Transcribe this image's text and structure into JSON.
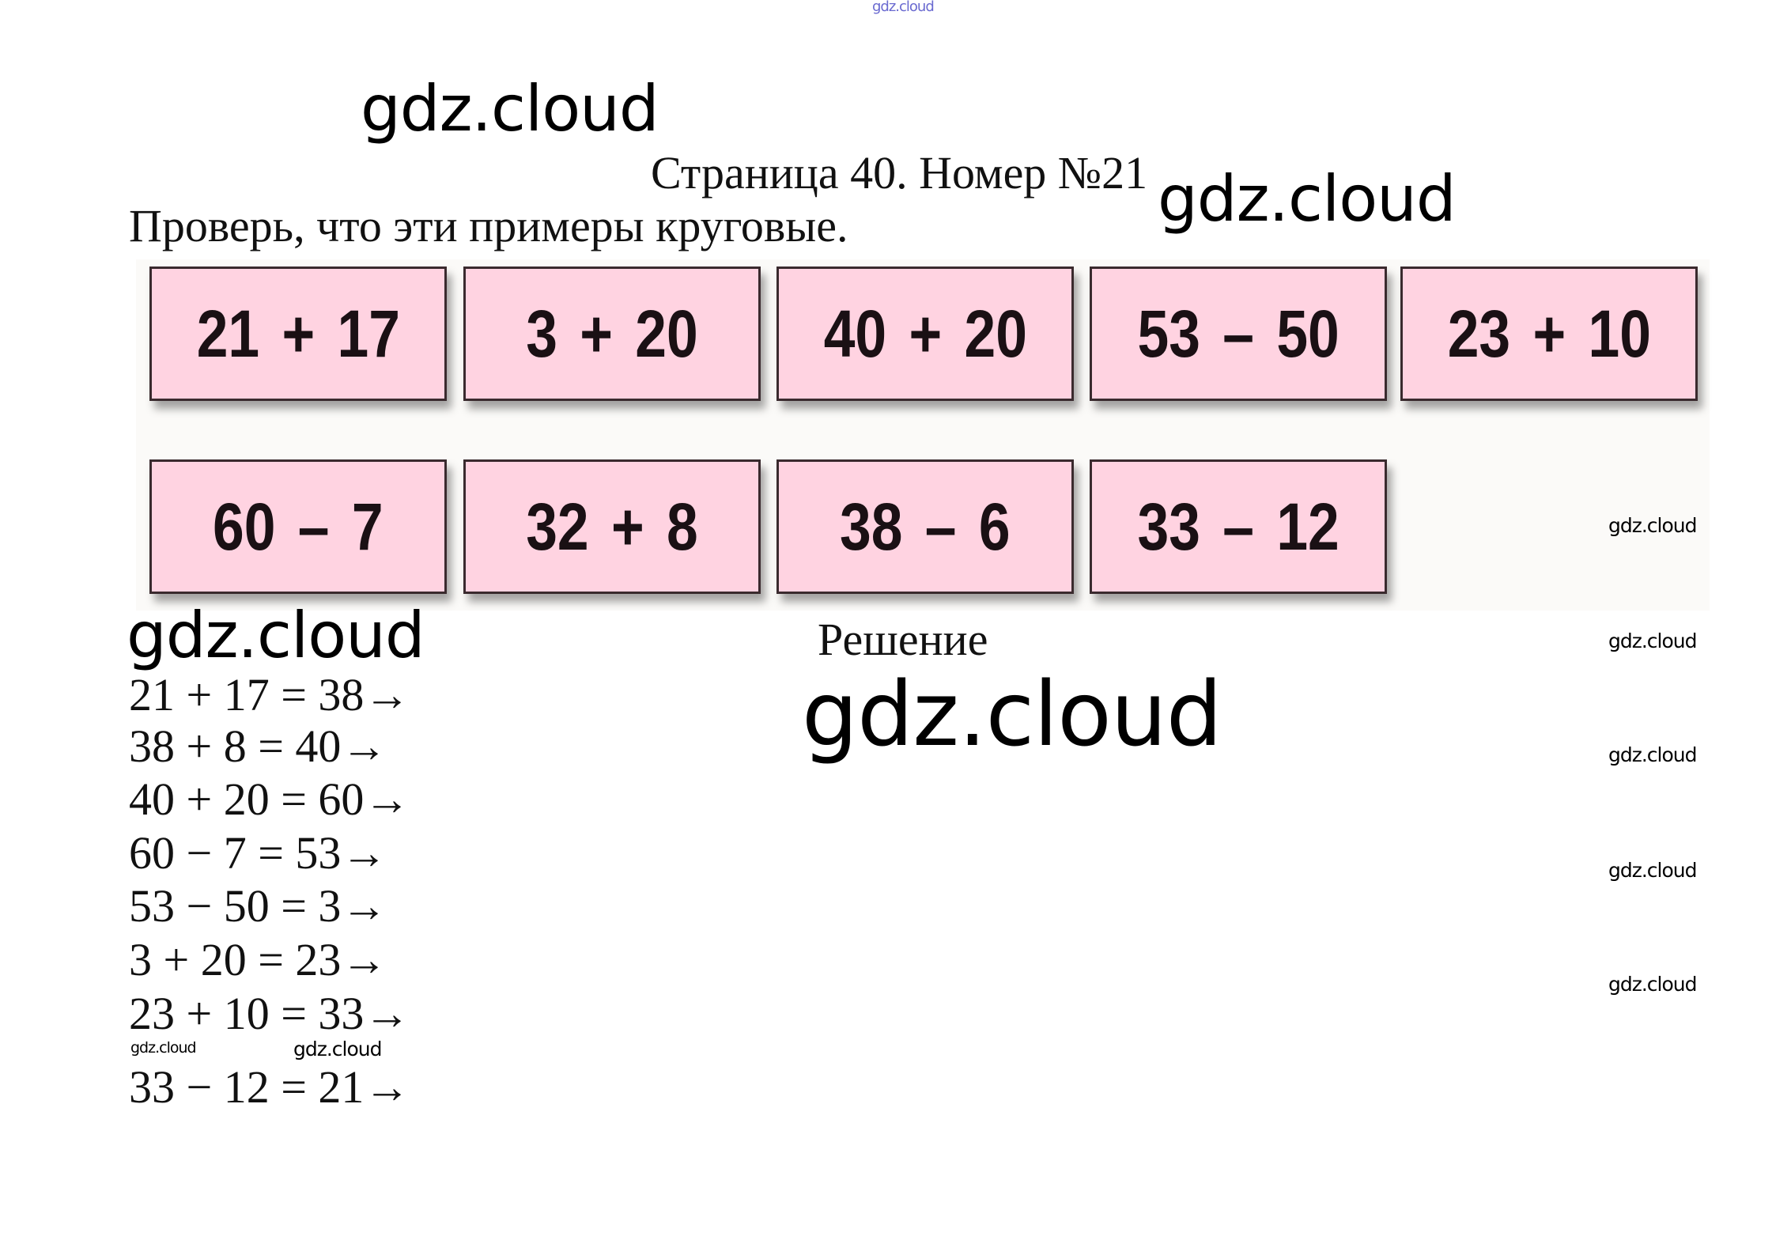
{
  "watermark": "gdz.cloud",
  "title": "Страница 40. Номер №21",
  "task": "Проверь, что эти примеры круговые.",
  "cards_row1": [
    "21 + 17",
    "3 + 20",
    "40 + 20",
    "53 – 50",
    "23 + 10"
  ],
  "cards_row2": [
    "60 – 7",
    "32 + 8",
    "38 – 6",
    "33 – 12"
  ],
  "solution_heading": "Решение",
  "solution_lines": [
    "21 + 17 = 38→",
    "38 + 8 = 40→",
    "40 + 20 = 60→",
    "60 − 7 = 53→",
    "53 − 50 = 3→",
    "3 + 20 = 23→",
    "23 + 10 = 33→",
    "33 − 12 = 21→"
  ]
}
